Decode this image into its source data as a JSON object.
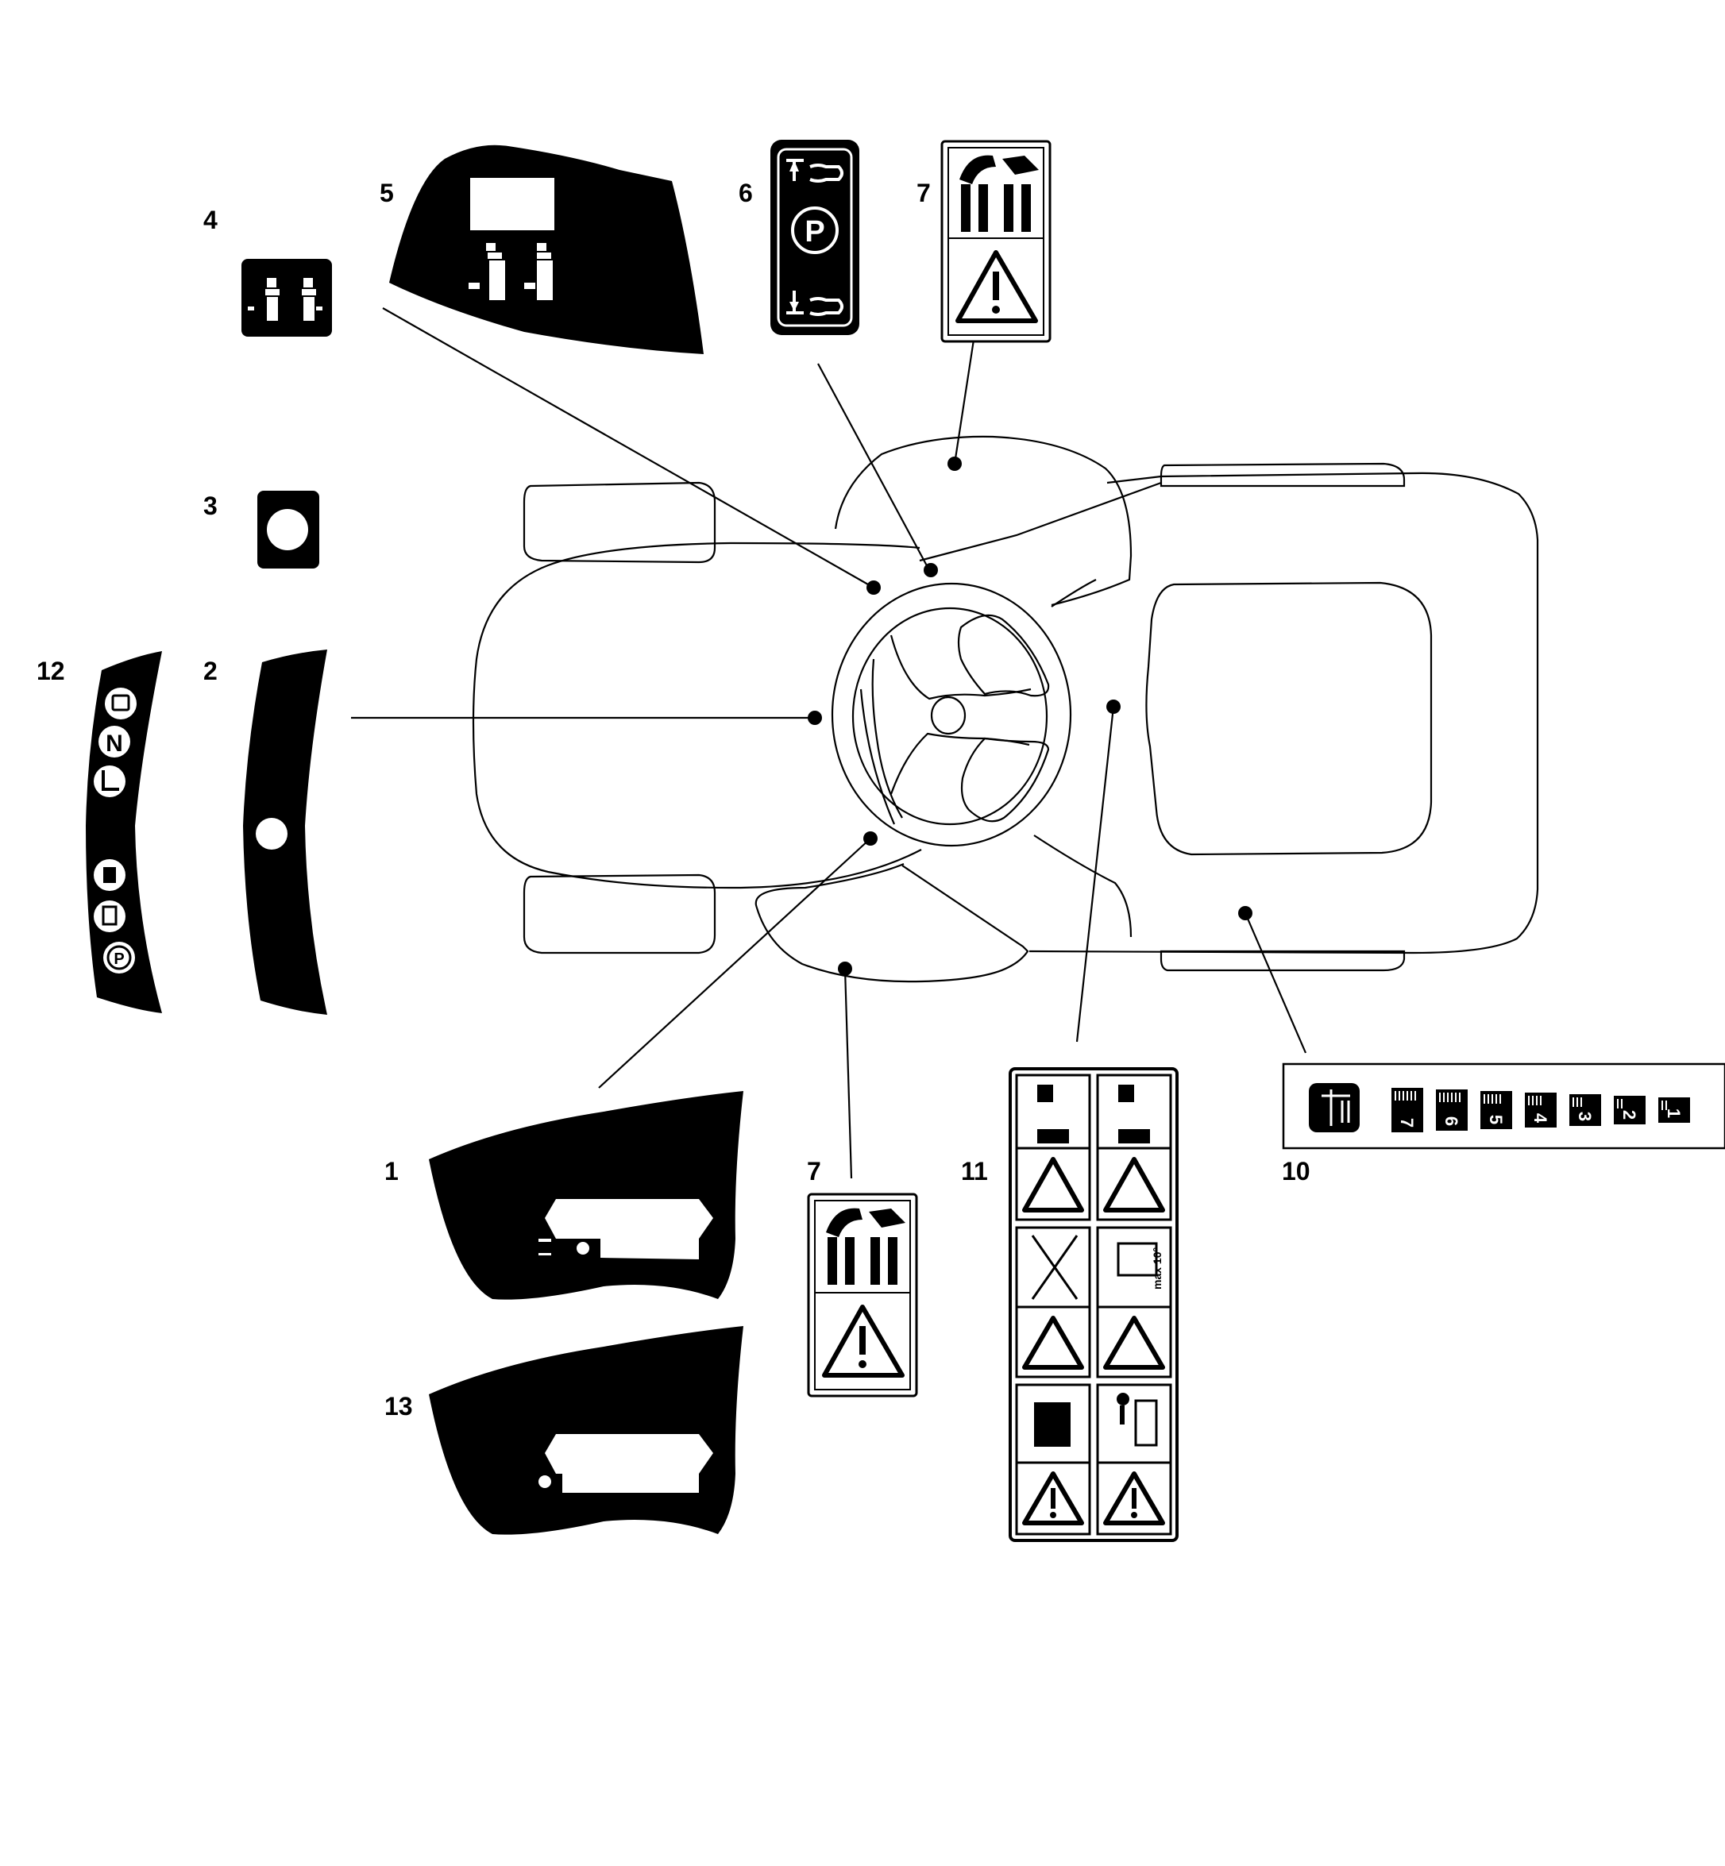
{
  "callouts": {
    "c1": "1",
    "c2": "2",
    "c3": "3",
    "c4": "4",
    "c5": "5",
    "c6": "6",
    "c7a": "7",
    "c7b": "7",
    "c10": "10",
    "c11": "11",
    "c12": "12",
    "c13": "13"
  },
  "decal12": {
    "neutral": "N",
    "park": "P"
  },
  "decal6": {
    "park": "P"
  },
  "decal10": {
    "gears": [
      "7",
      "6",
      "5",
      "4",
      "3",
      "2",
      "1"
    ]
  },
  "decal11": {
    "slope": "max 10°"
  }
}
